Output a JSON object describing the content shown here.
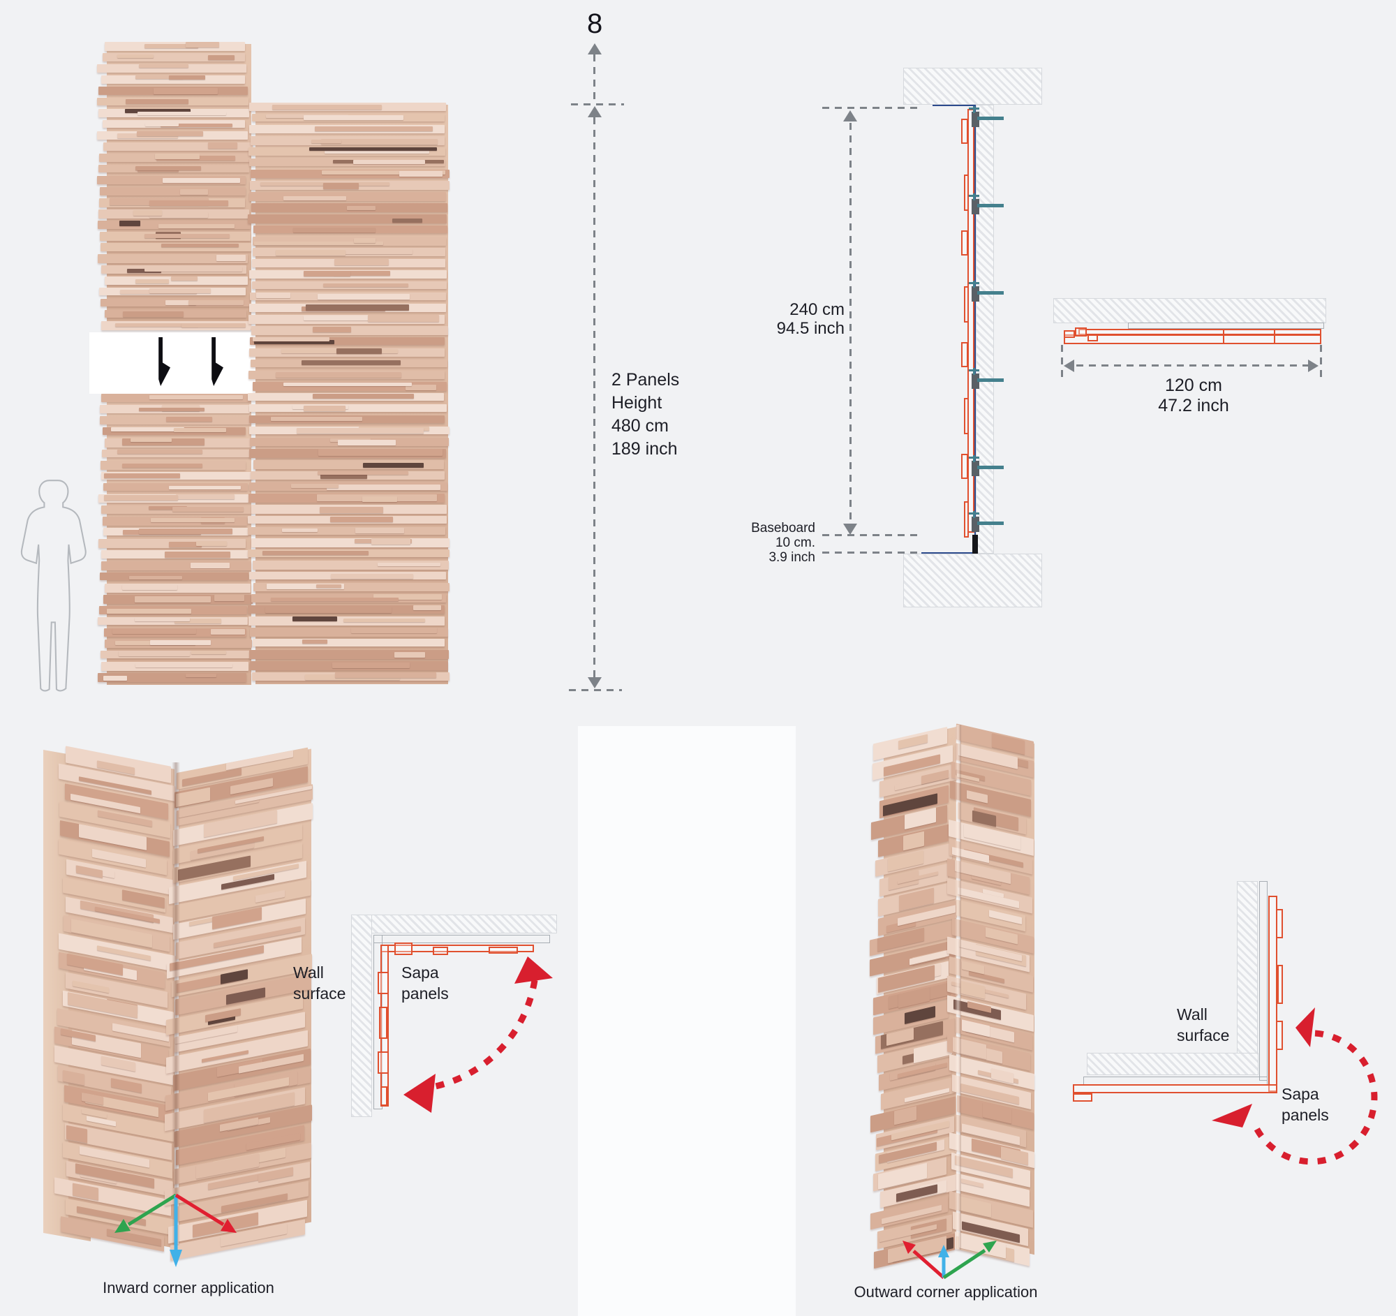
{
  "colors": {
    "accent_red": "#e0502f",
    "arc_red": "#d81f2e",
    "axis_green": "#2ea44f",
    "axis_blue": "#41b1e8",
    "axis_red": "#e01f30",
    "teal": "#44808d",
    "blue_line": "#2c4a8c",
    "dim_gray": "#7d8288",
    "text_dark": "#1d1e26"
  },
  "wood_palette": [
    "#eed6c8",
    "#e7c9b7",
    "#e0bda8",
    "#d9b19b",
    "#d1a38c",
    "#f1ddd1",
    "#e4c4ae",
    "#cb9d86"
  ],
  "wood_darks": [
    "#7e5c51",
    "#96705f",
    "#5f453d"
  ],
  "elevation": {
    "top_symbol": "8",
    "height_note": "2 Panels\nHeight\n480 cm\n189 inch"
  },
  "side_view": {
    "height_note": "240 cm\n94.5 inch",
    "baseboard_note": "Baseboard\n10 cm.\n3.9 inch"
  },
  "top_view": {
    "width_note": "120 cm\n47.2 inch"
  },
  "inward": {
    "wall_surface_label": "Wall\nsurface",
    "sapa_panels_label": "Sapa\npanels",
    "caption": "Inward corner application"
  },
  "outward": {
    "wall_surface_label": "Wall\nsurface",
    "sapa_panels_label": "Sapa\npanels",
    "caption": "Outward corner application"
  }
}
